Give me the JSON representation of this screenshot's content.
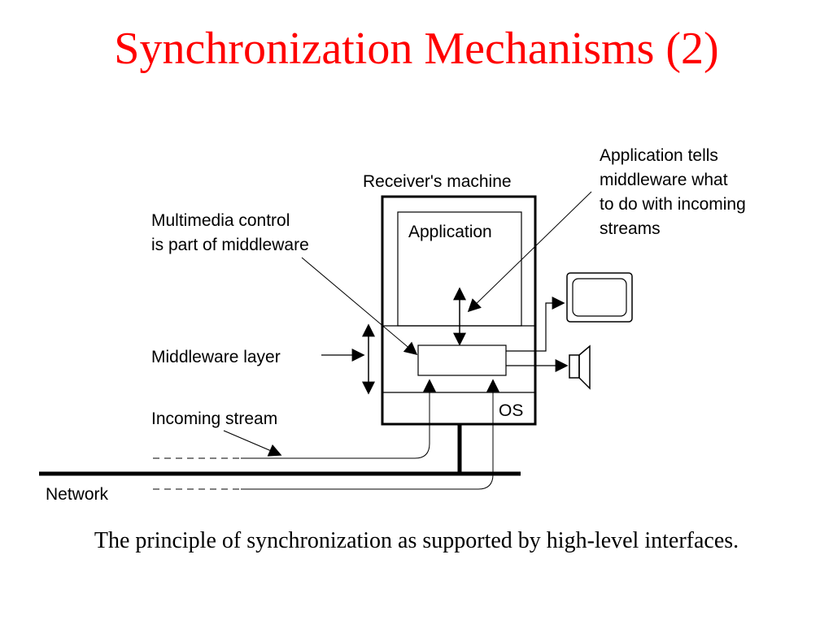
{
  "slide": {
    "title": "Synchronization Mechanisms (2)",
    "caption": "The principle of synchronization as supported by high-level interfaces."
  },
  "diagram": {
    "receiver_label": "Receiver's machine",
    "application_label": "Application",
    "os_label": "OS",
    "multimedia_note": [
      "Multimedia control",
      "is part of middleware"
    ],
    "application_note": [
      "Application tells",
      "middleware what",
      "to do with incoming",
      "streams"
    ],
    "middleware_label": "Middleware layer",
    "incoming_label": "Incoming stream",
    "network_label": "Network"
  },
  "colors": {
    "title": "#ff0000",
    "ink": "#000000"
  }
}
